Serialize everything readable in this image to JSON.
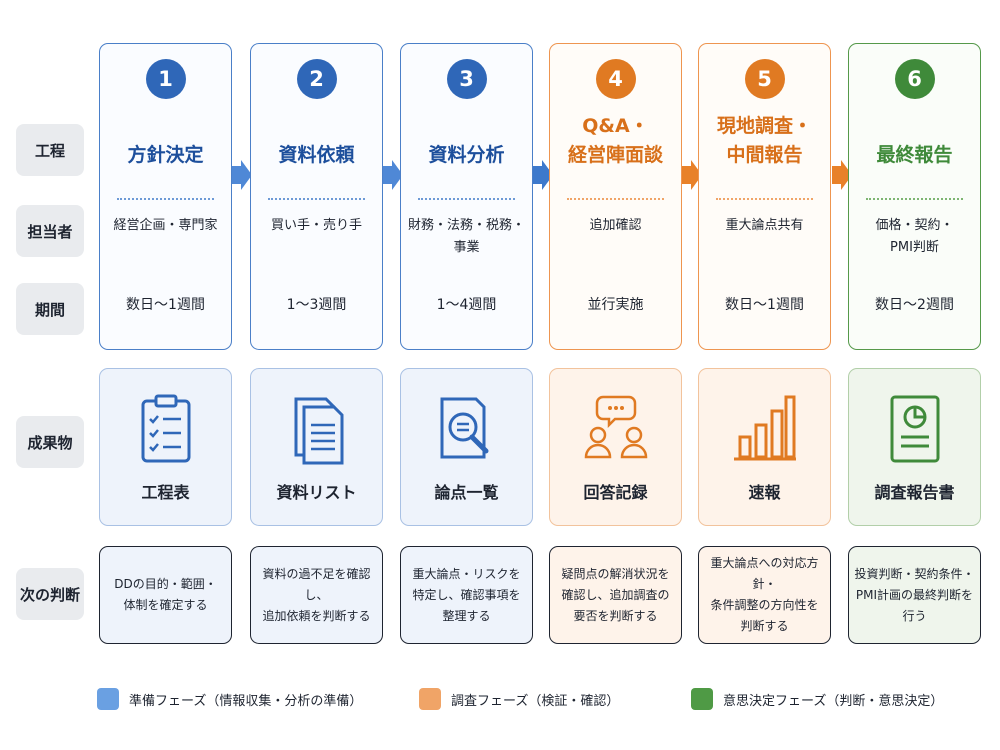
{
  "rows": {
    "process": "工程",
    "owner": "担当者",
    "period": "期間",
    "output": "成果物",
    "next": "次の判断"
  },
  "steps": [
    {
      "number": "1",
      "title": "方針決定",
      "owner": "経営企画・専門家",
      "period": "数日〜1週間",
      "output": "工程表",
      "next": "DDの目的・範囲・\n体制を確定する",
      "phase": "blue",
      "icon": "clipboard-checklist-icon"
    },
    {
      "number": "2",
      "title": "資料依頼",
      "owner": "買い手・売り手",
      "period": "1〜3週間",
      "output": "資料リスト",
      "next": "資料の過不足を確認し、\n追加依頼を判断する",
      "phase": "blue",
      "icon": "documents-icon"
    },
    {
      "number": "3",
      "title": "資料分析",
      "owner": "財務・法務・税務・\n事業",
      "period": "1〜4週間",
      "output": "論点一覧",
      "next": "重大論点・リスクを\n特定し、確認事項を\n整理する",
      "phase": "blue",
      "icon": "document-magnifier-icon"
    },
    {
      "number": "4",
      "title": "Q&A・\n経営陣面談",
      "owner": "追加確認",
      "period": "並行実施",
      "output": "回答記録",
      "next": "疑問点の解消状況を\n確認し、追加調査の\n要否を判断する",
      "phase": "orange",
      "icon": "people-speech-icon"
    },
    {
      "number": "5",
      "title": "現地調査・\n中間報告",
      "owner": "重大論点共有",
      "period": "数日〜1週間",
      "output": "速報",
      "next": "重大論点への対応方針・\n条件調整の方向性を\n判断する",
      "phase": "orange",
      "icon": "bar-chart-icon"
    },
    {
      "number": "6",
      "title": "最終報告",
      "owner": "価格・契約・\nPMI判断",
      "period": "数日〜2週間",
      "output": "調査報告書",
      "next": "投資判断・契約条件・\nPMI計画の最終判断を\n行う",
      "phase": "green",
      "icon": "report-document-icon"
    }
  ],
  "legend": [
    {
      "label": "準備フェーズ（情報収集・分析の準備）",
      "color": "#6aa0e2"
    },
    {
      "label": "調査フェーズ（検証・確認）",
      "color": "#f0a467"
    },
    {
      "label": "意思決定フェーズ（判断・意思決定）",
      "color": "#4f9a45"
    }
  ],
  "colors": {
    "blue": "#2f67b8",
    "orange": "#e07a22",
    "green": "#3f8a3a"
  }
}
